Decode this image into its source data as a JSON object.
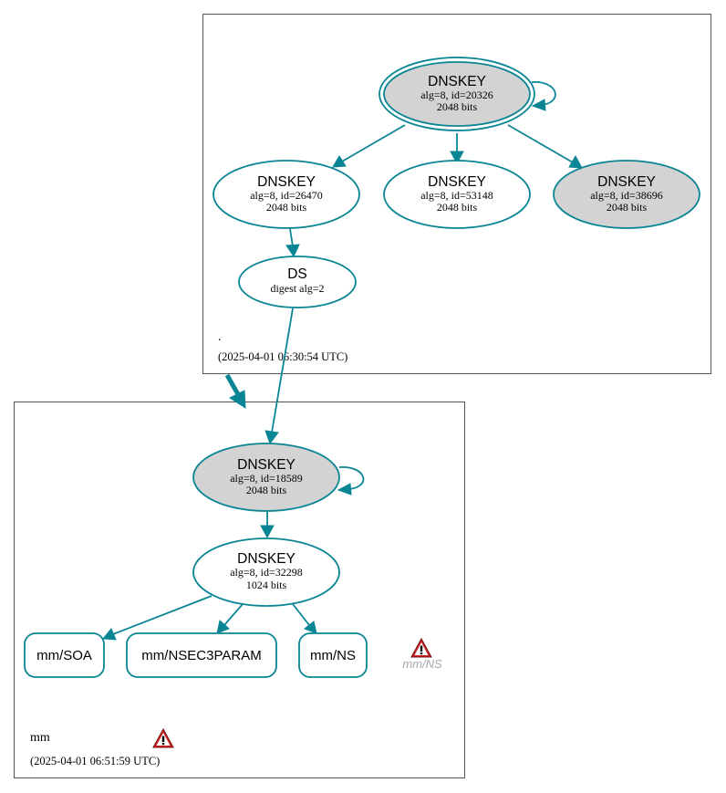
{
  "colors": {
    "edge": "#0a8594",
    "selected_fill": "#d3d3d3",
    "plain_fill": "#ffffff",
    "warning": "#cc2222"
  },
  "root_zone": {
    "name": ".",
    "timestamp": "(2025-04-01 06:30:54 UTC)",
    "ksk": {
      "title": "DNSKEY",
      "detail": "alg=8, id=20326",
      "size": "2048 bits"
    },
    "zsk_a": {
      "title": "DNSKEY",
      "detail": "alg=8, id=26470",
      "size": "2048 bits"
    },
    "zsk_b": {
      "title": "DNSKEY",
      "detail": "alg=8, id=53148",
      "size": "2048 bits"
    },
    "zsk_c": {
      "title": "DNSKEY",
      "detail": "alg=8, id=38696",
      "size": "2048 bits"
    },
    "ds": {
      "title": "DS",
      "detail": "digest alg=2"
    }
  },
  "mm_zone": {
    "name": "mm",
    "timestamp": "(2025-04-01 06:51:59 UTC)",
    "ksk": {
      "title": "DNSKEY",
      "detail": "alg=8, id=18589",
      "size": "2048 bits"
    },
    "zsk": {
      "title": "DNSKEY",
      "detail": "alg=8, id=32298",
      "size": "1024 bits"
    },
    "records": {
      "soa": "mm/SOA",
      "nsec3param": "mm/NSEC3PARAM",
      "ns": "mm/NS"
    },
    "warning_label": "mm/NS",
    "warning_icon": "warning-triangle-icon"
  }
}
